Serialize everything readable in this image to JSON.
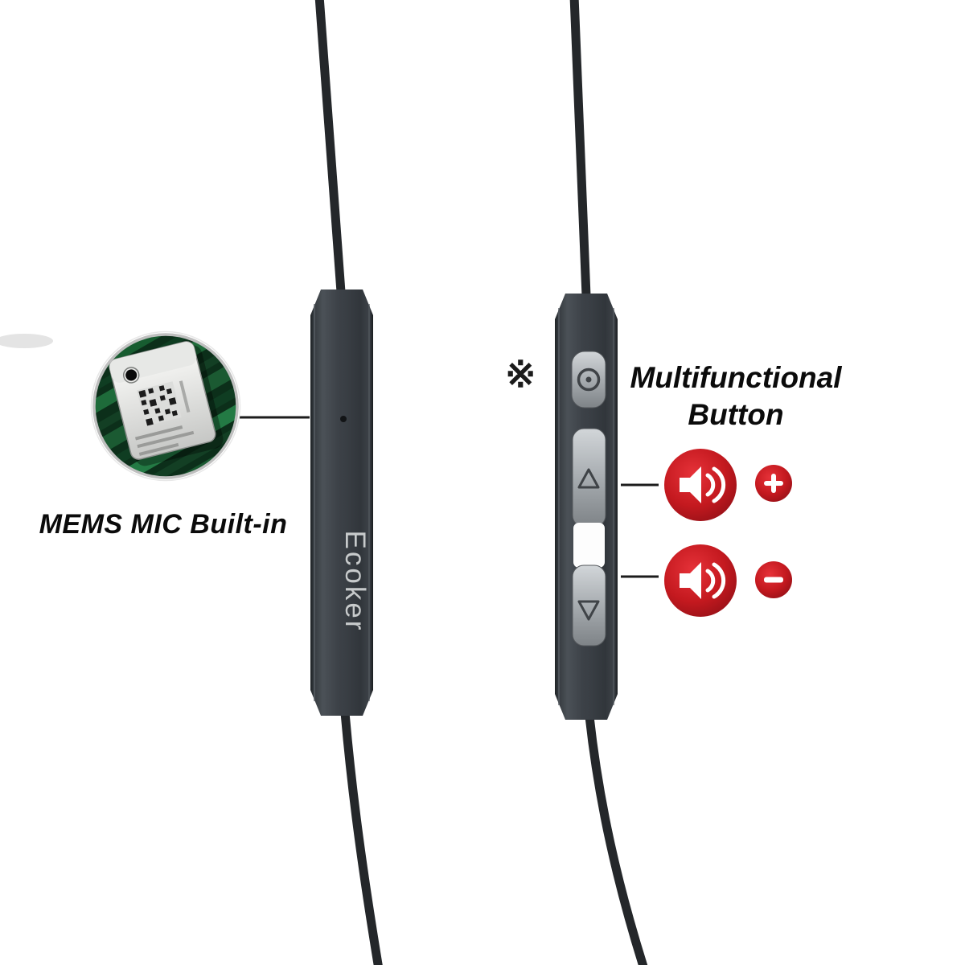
{
  "image": {
    "type": "earphone-inline-remote-product-diagram",
    "background": "#ffffff"
  },
  "labels": {
    "mems_mic": "MEMS MIC Built-in",
    "reference_mark": "※",
    "multifunctional_line1": "Multifunctional",
    "multifunctional_line2": "Button"
  },
  "left_remote": {
    "brand": "Ecoker",
    "feature": "mic-hole"
  },
  "right_remote": {
    "buttons": [
      "multifunctional-button",
      "volume-up-button",
      "volume-down-button"
    ]
  },
  "icons": {
    "speaker_up": "speaker-sound-waves-icon",
    "speaker_down": "speaker-sound-waves-icon",
    "plus": "plus-icon",
    "minus": "minus-icon",
    "multifunction_glyph": "circle-dot-icon",
    "volume_up_glyph": "triangle-up-icon",
    "volume_down_glyph": "triangle-down-icon",
    "mic_macro_photo": "mems-microphone-chip-on-pcb"
  },
  "colors": {
    "accent_red": "#c4191f",
    "remote_body": "#3a3f45",
    "cable": "#24272a",
    "pcb_green": "#14482a",
    "button_gray": "#a7acb0"
  }
}
